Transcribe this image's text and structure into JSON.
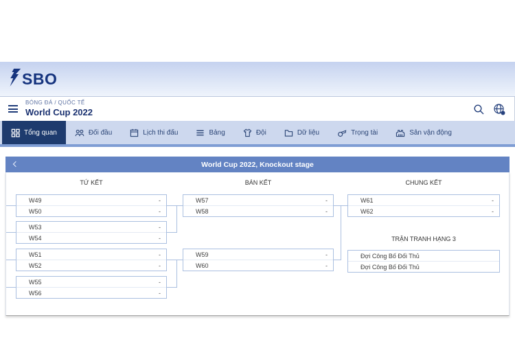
{
  "colors": {
    "brand_navy": "#16347e",
    "tab_active_bg": "#1e3b6e",
    "tab_bar_bg": "#cdd8ee",
    "tab_strip": "#7f9dd4",
    "stage_bar_bg": "#6383c3",
    "bracket_line": "#aabfe0"
  },
  "header": {
    "logo_text": "SBO"
  },
  "breadcrumb": {
    "category": "BÓNG ĐÁ / QUỐC TẾ",
    "title": "World Cup 2022"
  },
  "tabs": [
    {
      "label": "Tổng quan",
      "icon": "overview-grid-icon",
      "active": true
    },
    {
      "label": "Đối đầu",
      "icon": "head-to-head-icon",
      "active": false
    },
    {
      "label": "Lịch thi đấu",
      "icon": "calendar-icon",
      "active": false
    },
    {
      "label": "Bảng",
      "icon": "standings-icon",
      "active": false
    },
    {
      "label": "Đội",
      "icon": "jersey-icon",
      "active": false
    },
    {
      "label": "Dữ liệu",
      "icon": "folder-icon",
      "active": false
    },
    {
      "label": "Trọng tài",
      "icon": "whistle-icon",
      "active": false
    },
    {
      "label": "Sân vận động",
      "icon": "stadium-icon",
      "active": false
    }
  ],
  "stage_bar": {
    "title": "World Cup 2022, Knockout stage"
  },
  "bracket": {
    "rounds": [
      {
        "label": "TỨ KẾT",
        "matches": [
          {
            "home": "W49",
            "away": "W50",
            "home_score": "-",
            "away_score": "-"
          },
          {
            "home": "W53",
            "away": "W54",
            "home_score": "-",
            "away_score": "-"
          },
          {
            "home": "W51",
            "away": "W52",
            "home_score": "-",
            "away_score": "-"
          },
          {
            "home": "W55",
            "away": "W56",
            "home_score": "-",
            "away_score": "-"
          }
        ]
      },
      {
        "label": "BÁN KẾT",
        "matches": [
          {
            "home": "W57",
            "away": "W58",
            "home_score": "-",
            "away_score": "-"
          },
          {
            "home": "W59",
            "away": "W60",
            "home_score": "-",
            "away_score": "-"
          }
        ]
      },
      {
        "label": "CHUNG KẾT",
        "matches": [
          {
            "home": "W61",
            "away": "W62",
            "home_score": "-",
            "away_score": "-"
          }
        ]
      }
    ],
    "third_place": {
      "label": "TRẬN TRANH HẠNG 3",
      "teams": [
        "Đợi Công Bố Đối Thủ",
        "Đợi Công Bố Đối Thủ"
      ]
    }
  }
}
